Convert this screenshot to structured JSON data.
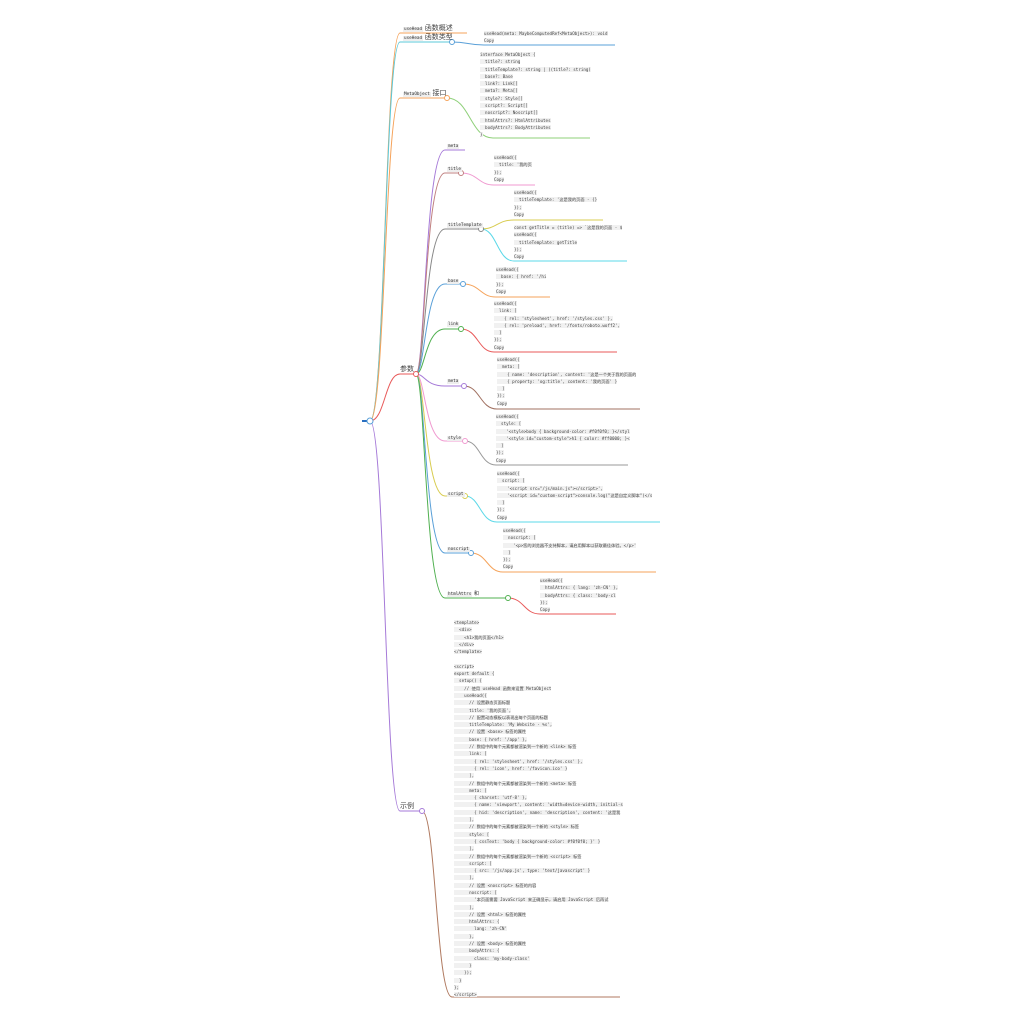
{
  "root": {
    "overview": {
      "code": "useHead",
      "label": "函数概述"
    },
    "signature": {
      "code": "useHead",
      "label": "函数类型",
      "lines": [
        "useHead(meta: MaybeComputedRef<MetaObject>): void",
        "Copy"
      ]
    },
    "metaobject": {
      "code": "MetaObject",
      "label": "接口",
      "lines": [
        "interface MetaObject {",
        "  title?: string",
        "  titleTemplate?: string | ((title?: string)",
        "  base?: Base",
        "  link?: Link[]",
        "  meta?: Meta[]",
        "  style?: Style[]",
        "  script?: Script[]",
        "  noscript?: Noscript[]",
        "  htmlAttrs?: HtmlAttributes",
        "  bodyAttrs?: BodyAttributes",
        "}"
      ]
    },
    "params": {
      "label": "参数",
      "meta_top": {
        "code": "meta"
      },
      "title": {
        "code": "title",
        "lines": [
          "useHead({",
          "  title: '我的页",
          "});",
          "Copy"
        ]
      },
      "titleTemplate": {
        "code": "titleTemplate",
        "lines_a": [
          "useHead({",
          "  titleTemplate: '这是我的页面 - {}",
          "});",
          "Copy"
        ],
        "lines_b": [
          "const getTitle = (title) => `这是我的页面 - $",
          "useHead({",
          "  titleTemplate: getTitle",
          "});",
          "Copy"
        ]
      },
      "base": {
        "code": "base",
        "lines": [
          "useHead({",
          "  base: { href: '/hi",
          "});",
          "Copy"
        ]
      },
      "link": {
        "code": "link",
        "lines": [
          "useHead({",
          "  link: [",
          "    { rel: 'stylesheet', href: '/styles.css' },",
          "    { rel: 'preload', href: '/fonts/roboto.woff2',",
          "  ]",
          "});",
          "Copy"
        ]
      },
      "meta": {
        "code": "meta",
        "lines": [
          "useHead({",
          "  meta: [",
          "    { name: 'description', content: '这是一个关于我的页面的",
          "    { property: 'og:title', content: '我的页面' }",
          "  ]",
          "});",
          "Copy"
        ]
      },
      "style": {
        "code": "style",
        "lines": [
          "useHead({",
          "  style: [",
          "    '<style>body { background-color: #f0f0f0; }</styl",
          "    '<style id=\"custom-style\">h1 { color: #ff0000; }<",
          "  ]",
          "});",
          "Copy"
        ]
      },
      "script": {
        "code": "script",
        "lines": [
          "useHead({",
          "  script: [",
          "    '<script src=\"/js/main.js\"></script>',",
          "    '<script id=\"custom-script\">console.log(\"这是自定义脚本\")</s",
          "  ]",
          "});",
          "Copy"
        ]
      },
      "noscript": {
        "code": "noscript",
        "lines": [
          "useHead({",
          "  noscript: [",
          "    '<p>您的浏览器不支持脚本，请启用脚本以获取最佳体验。</p>'",
          "  ]",
          "});",
          "Copy"
        ]
      },
      "htmlAttrs": {
        "code": "htmlAttrs",
        "label": "和",
        "lines": [
          "useHead({",
          "  htmlAttrs: { lang: 'zh-CN' },",
          "  bodyAttrs: { class: 'body-cl",
          "});",
          "Copy"
        ]
      }
    },
    "example": {
      "label": "示例",
      "lines": [
        "<template>",
        "  <div>",
        "    <h1>我的页面</h1>",
        "  </div>",
        "</template>",
        "",
        "<script>",
        "export default {",
        "  setup() {",
        "    // 使用 useHead 函数来设置 MetaObject",
        "    useHead({",
        "      // 设置静态页面标题",
        "      title: '我的页面',",
        "      // 配置动态模板以表现出每个页面的标题",
        "      titleTemplate: 'My Website - %s',",
        "      // 设置 <base> 标签的属性",
        "      base: { href: '/app' },",
        "      // 数组中的每个元素都被渲染到一个新的 <link> 标签",
        "      link: [",
        "        { rel: 'stylesheet', href: '/styles.css' },",
        "        { rel: 'icon', href: '/favicon.ico' }",
        "      ],",
        "      // 数组中的每个元素都被渲染到一个新的 <meta> 标签",
        "      meta: [",
        "        { charset: 'utf-8' },",
        "        { name: 'viewport', content: 'width=device-width, initial-s",
        "        { hid: 'description', name: 'description', content: '这是我",
        "      ],",
        "      // 数组中的每个元素都被渲染到一个新的 <style> 标签",
        "      style: [",
        "        { cssText: 'body { background-color: #f0f0f0; }' }",
        "      ],",
        "      // 数组中的每个元素都被渲染到一个新的 <script> 标签",
        "      script: [",
        "        { src: '/js/app.js', type: 'text/javascript' }",
        "      ],",
        "      // 设置 <noscript> 标签的内容",
        "      noscript: [",
        "        '本页面需要 JavaScript 来正确显示，请启用 JavaScript 后再试",
        "      ],",
        "      // 设置 <html> 标签的属性",
        "      htmlAttrs: {",
        "        lang: 'zh-CN'",
        "      },",
        "      // 设置 <body> 标签的属性",
        "      bodyAttrs: {",
        "        class: 'my-body-class'",
        "      }",
        "    });",
        "  }",
        "};",
        "</script>"
      ]
    }
  }
}
